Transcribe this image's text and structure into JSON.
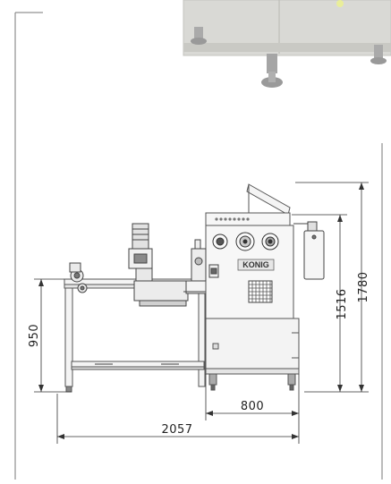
{
  "drawing": {
    "dimensions": {
      "overall_height": "1780",
      "machine_height": "1516",
      "table_height": "950",
      "machine_width": "800",
      "overall_width": "2057"
    },
    "logo": {
      "brand": "KONIG"
    },
    "colors": {
      "line": "#555555",
      "dim_line": "#333333",
      "machine_fill": "#f2f2f2",
      "photo_fill": "#d8d8d4"
    }
  }
}
